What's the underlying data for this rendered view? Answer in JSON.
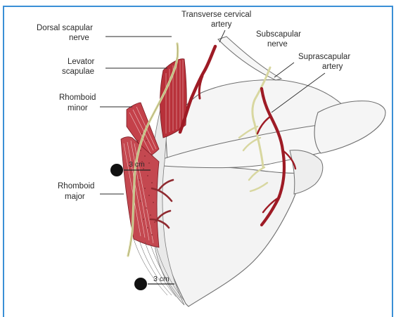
{
  "colors": {
    "frame": "#3a8fd6",
    "muscle": "#b8313a",
    "muscle_light": "#d96a6a",
    "artery": "#9e1b25",
    "nerve": "#d8d7a0",
    "bone": "#f1f1f1",
    "bone_outline": "#6e6e6e",
    "marker": "#111111"
  },
  "labels": {
    "dorsal_scapular_nerve": [
      "Dorsal scapular",
      "nerve"
    ],
    "levator_scapulae": [
      "Levator",
      "scapulae"
    ],
    "rhomboid_minor": [
      "Rhomboid",
      "minor"
    ],
    "rhomboid_major": [
      "Rhomboid",
      "major"
    ],
    "transverse_cervical_artery": [
      "Transverse cervical",
      "artery"
    ],
    "subscapular_nerve": [
      "Subscapular",
      "nerve"
    ],
    "suprascapular_artery": [
      "Suprascapular",
      "artery"
    ]
  },
  "measurements": {
    "upper": "3 cm",
    "lower": "3 cm"
  }
}
